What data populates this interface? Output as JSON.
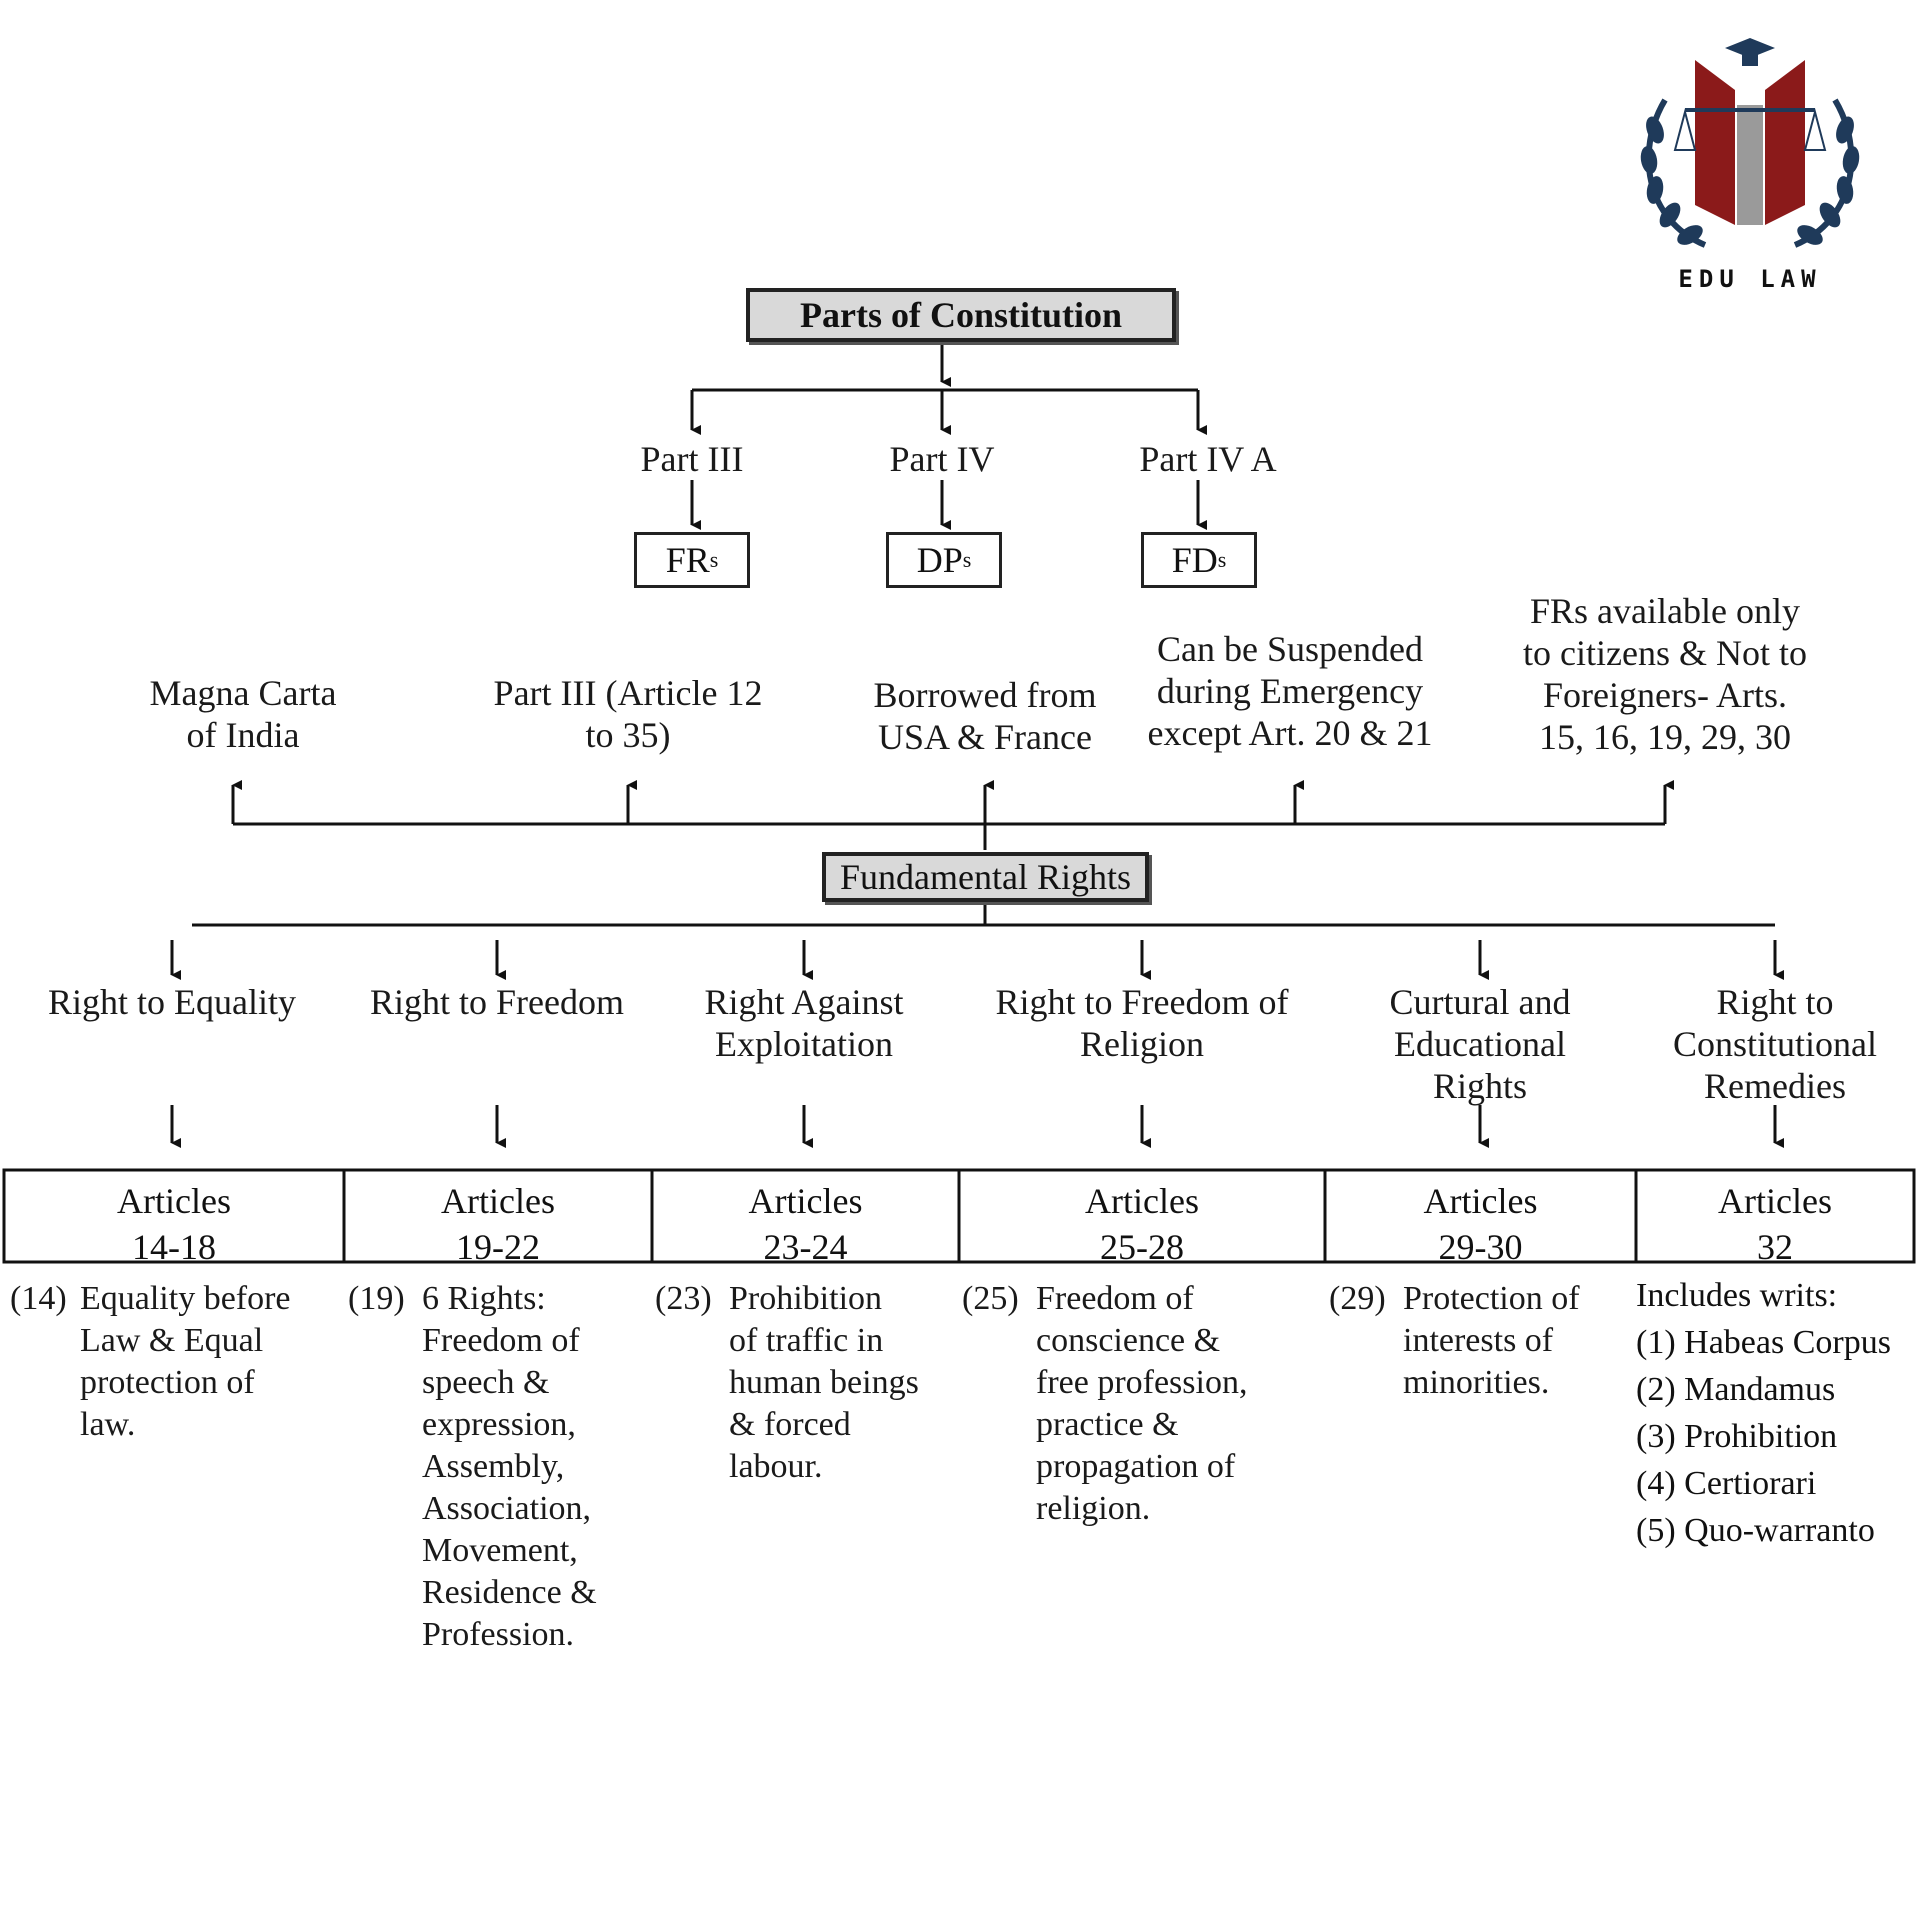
{
  "logo": {
    "text": "EDU LAW",
    "colors": {
      "crimson": "#8b1a1a",
      "navy": "#1f3a5a",
      "grey": "#9a9a9a"
    }
  },
  "root": {
    "title": "Parts of Constitution"
  },
  "parts": [
    {
      "label": "Part III",
      "box": "FR",
      "sub": "s"
    },
    {
      "label": "Part IV",
      "box": "DP",
      "sub": "s"
    },
    {
      "label": "Part IV A",
      "box": "FD",
      "sub": "s"
    }
  ],
  "features": [
    "Magna Carta\nof India",
    "Part III (Article 12\nto 35)",
    "Borrowed from\nUSA & France",
    "Can be Suspended\nduring Emergency\nexcept Art. 20 & 21",
    "FRs available only\nto citizens & Not to\nForeigners- Arts.\n15, 16, 19, 29, 30"
  ],
  "center": {
    "title": "Fundamental Rights"
  },
  "rights": [
    {
      "name": "Right to Equality",
      "articles_label": "Articles",
      "articles": "14-18",
      "num": "(14)",
      "desc": "Equality before\nLaw & Equal\nprotection of\nlaw."
    },
    {
      "name": "Right to Freedom",
      "articles_label": "Articles",
      "articles": "19-22",
      "num": "(19)",
      "desc": "6 Rights:\nFreedom of\nspeech &\nexpression,\nAssembly,\nAssociation,\nMovement,\nResidence &\nProfession."
    },
    {
      "name": "Right Against\nExploitation",
      "articles_label": "Articles",
      "articles": "23-24",
      "num": "(23)",
      "desc": "Prohibition\nof traffic in\nhuman beings\n& forced\nlabour."
    },
    {
      "name": "Right to Freedom of\nReligion",
      "articles_label": "Articles",
      "articles": "25-28",
      "num": "(25)",
      "desc": "Freedom of\nconscience &\nfree profession,\npractice &\npropagation of\nreligion."
    },
    {
      "name": "Curtural and\nEducational\nRights",
      "articles_label": "Articles",
      "articles": "29-30",
      "num": "(29)",
      "desc": "Protection of\ninterests of\nminorities."
    },
    {
      "name": "Right to\nConstitutional\nRemedies",
      "articles_label": "Articles",
      "articles": "32"
    }
  ],
  "writs": {
    "intro": "Includes writs:",
    "items": [
      "(1) Habeas Corpus",
      "(2) Mandamus",
      "(3) Prohibition",
      "(4) Certiorari",
      "(5) Quo-warranto"
    ]
  }
}
